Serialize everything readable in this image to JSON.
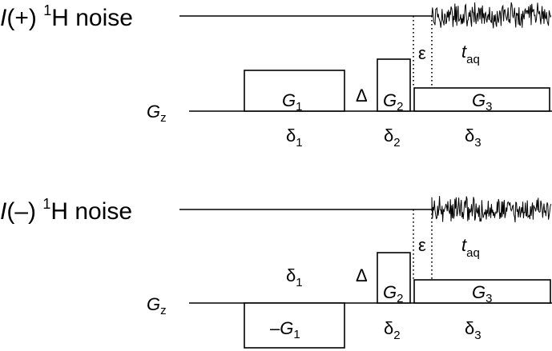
{
  "panels": [
    {
      "channel": {
        "italic": "I",
        "sign": "(+) ",
        "sup": "1",
        "rest": "H noise"
      },
      "gradient_axis": {
        "main": "G",
        "sub": "z"
      },
      "g1": {
        "minus": "",
        "main": "G",
        "sub": "1"
      },
      "g2": {
        "main": "G",
        "sub": "2"
      },
      "g3": {
        "main": "G",
        "sub": "3"
      },
      "delta_cap": "Δ",
      "epsilon": "ε",
      "d1": {
        "main": "δ",
        "sub": "1"
      },
      "d2": {
        "main": "δ",
        "sub": "2"
      },
      "d3": {
        "main": "δ",
        "sub": "3"
      },
      "taq": {
        "main": "t",
        "sub": "aq"
      }
    },
    {
      "channel": {
        "italic": "I",
        "sign": "(–) ",
        "sup": "1",
        "rest": "H noise"
      },
      "gradient_axis": {
        "main": "G",
        "sub": "z"
      },
      "g1": {
        "minus": "–",
        "main": "G",
        "sub": "1"
      },
      "g2": {
        "main": "G",
        "sub": "2"
      },
      "g3": {
        "main": "G",
        "sub": "3"
      },
      "delta_cap": "Δ",
      "epsilon": "ε",
      "d1": {
        "main": "δ",
        "sub": "1"
      },
      "d2": {
        "main": "δ",
        "sub": "2"
      },
      "d3": {
        "main": "δ",
        "sub": "3"
      },
      "taq": {
        "main": "t",
        "sub": "aq"
      }
    }
  ]
}
